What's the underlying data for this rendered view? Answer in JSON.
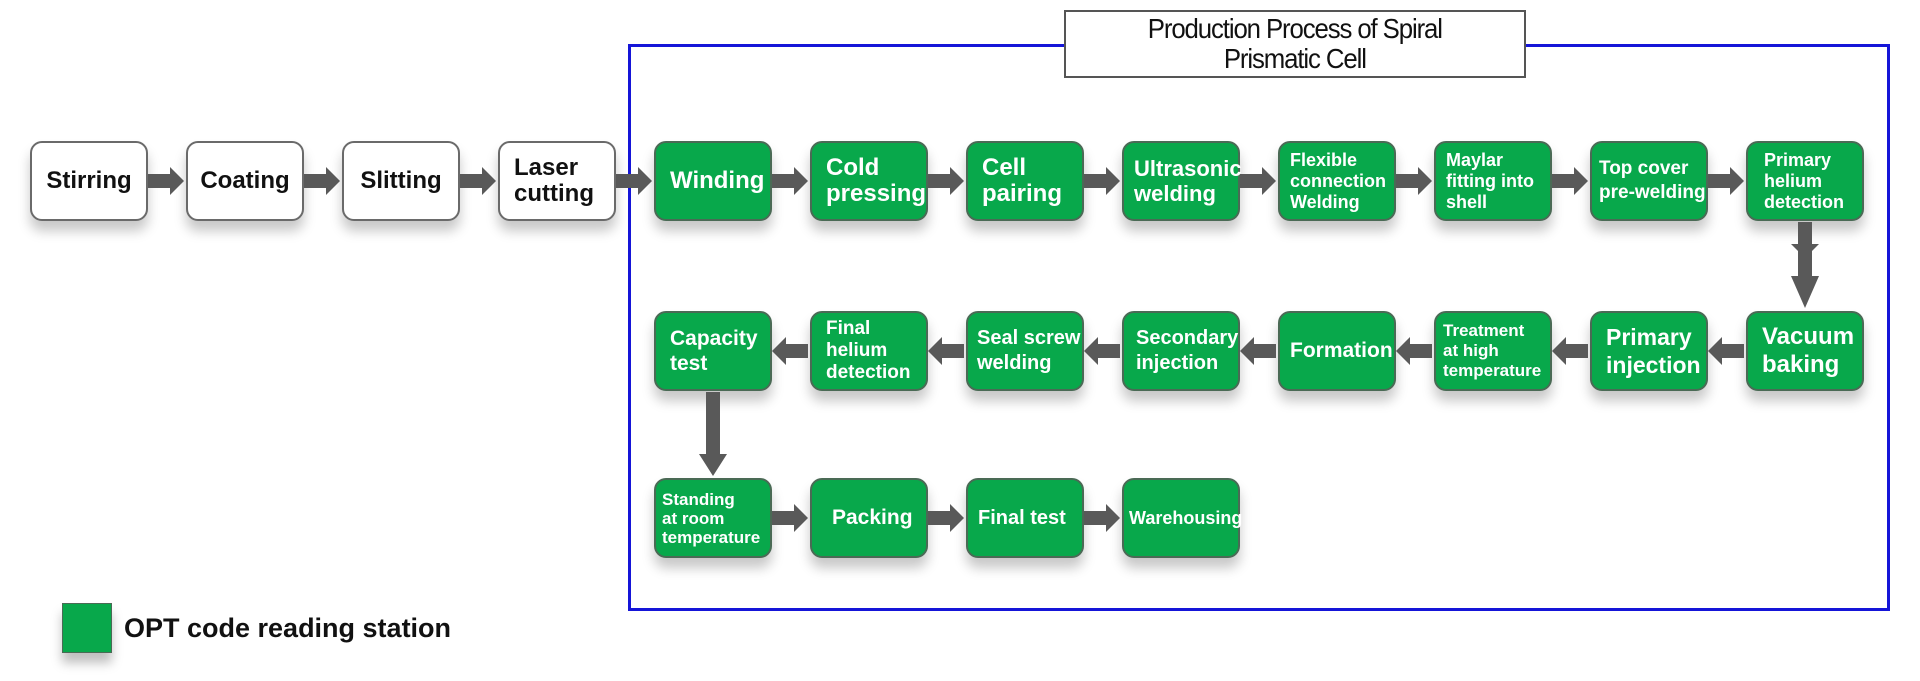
{
  "title": "Production Process of Spiral\nPrismatic Cell",
  "colors": {
    "station_green": "#08a84b",
    "frame_blue": "#1515d8",
    "arrow_gray": "#595959"
  },
  "pre_steps": [
    {
      "label": "Stirring"
    },
    {
      "label": "Coating"
    },
    {
      "label": "Slitting"
    },
    {
      "label": "Laser\ncutting"
    }
  ],
  "row1": [
    {
      "label": "Winding"
    },
    {
      "label": "Cold\npressing"
    },
    {
      "label": "Cell\npairing"
    },
    {
      "label": "Ultrasonic\nwelding"
    },
    {
      "label": "Flexible\nconnection\nWelding"
    },
    {
      "label": "Maylar\nfitting into\nshell"
    },
    {
      "label": "Top cover\npre-welding"
    },
    {
      "label": "Primary\nhelium\ndetection"
    }
  ],
  "row2": [
    {
      "label": "Vacuum\nbaking"
    },
    {
      "label": "Primary\ninjection"
    },
    {
      "label": "Treatment\nat high\ntemperature"
    },
    {
      "label": "Formation"
    },
    {
      "label": "Secondary\ninjection"
    },
    {
      "label": "Seal screw\nwelding"
    },
    {
      "label": "Final\nhelium\ndetection"
    },
    {
      "label": "Capacity\ntest"
    }
  ],
  "row3": [
    {
      "label": "Standing\nat room\ntemperature"
    },
    {
      "label": "Packing"
    },
    {
      "label": "Final test"
    },
    {
      "label": "Warehousing"
    }
  ],
  "legend": {
    "label": "OPT code reading station",
    "icon": "green-square"
  }
}
